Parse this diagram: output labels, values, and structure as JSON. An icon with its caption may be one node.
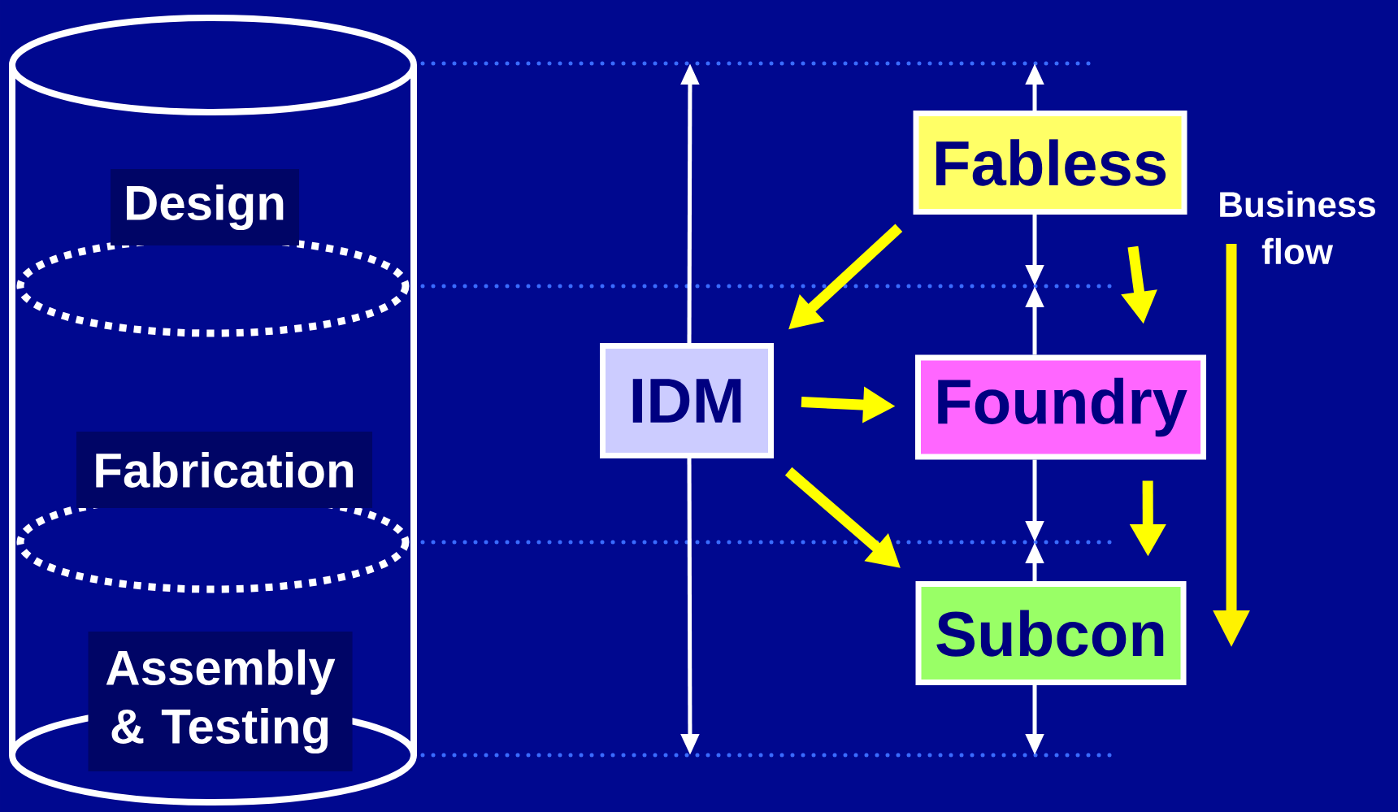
{
  "diagram": {
    "nodes": [
      {
        "text": [
          "Design",
          "Fabrication",
          "Assembly & Testing"
        ]
      },
      {
        "text": [
          "Fabless"
        ]
      },
      {
        "text": [
          "IDM"
        ]
      },
      {
        "text": [
          "Foundry"
        ]
      },
      {
        "text": [
          "Subcon"
        ]
      }
    ],
    "edges": [
      {
        "from": 2,
        "to": null,
        "arrow": "to"
      },
      {
        "from": 2,
        "to": null,
        "arrow": "to"
      },
      {
        "from": 1,
        "to": null,
        "arrow": "to"
      },
      {
        "from": 1,
        "to": null,
        "arrow": "to"
      },
      {
        "from": 3,
        "to": null,
        "arrow": "to"
      },
      {
        "from": 3,
        "to": null,
        "arrow": "to"
      },
      {
        "from": 4,
        "to": null,
        "arrow": "to"
      },
      {
        "from": 4,
        "to": null,
        "arrow": "to"
      },
      {
        "from": 1,
        "to": 2,
        "arrow": "to",
        "style": "thick",
        "color": "#ffff00"
      },
      {
        "from": 1,
        "to": 3,
        "arrow": "to",
        "style": "thick",
        "color": "#ffff00"
      },
      {
        "from": 2,
        "to": 3,
        "arrow": "to",
        "style": "thick",
        "color": "#ffff00"
      },
      {
        "from": 2,
        "to": 4,
        "arrow": "to",
        "style": "thick",
        "color": "#ffff00"
      },
      {
        "from": 3,
        "to": 4,
        "arrow": "to",
        "style": "thick",
        "color": "#ffff00"
      }
    ],
    "labels": [
      "Business flow"
    ]
  }
}
